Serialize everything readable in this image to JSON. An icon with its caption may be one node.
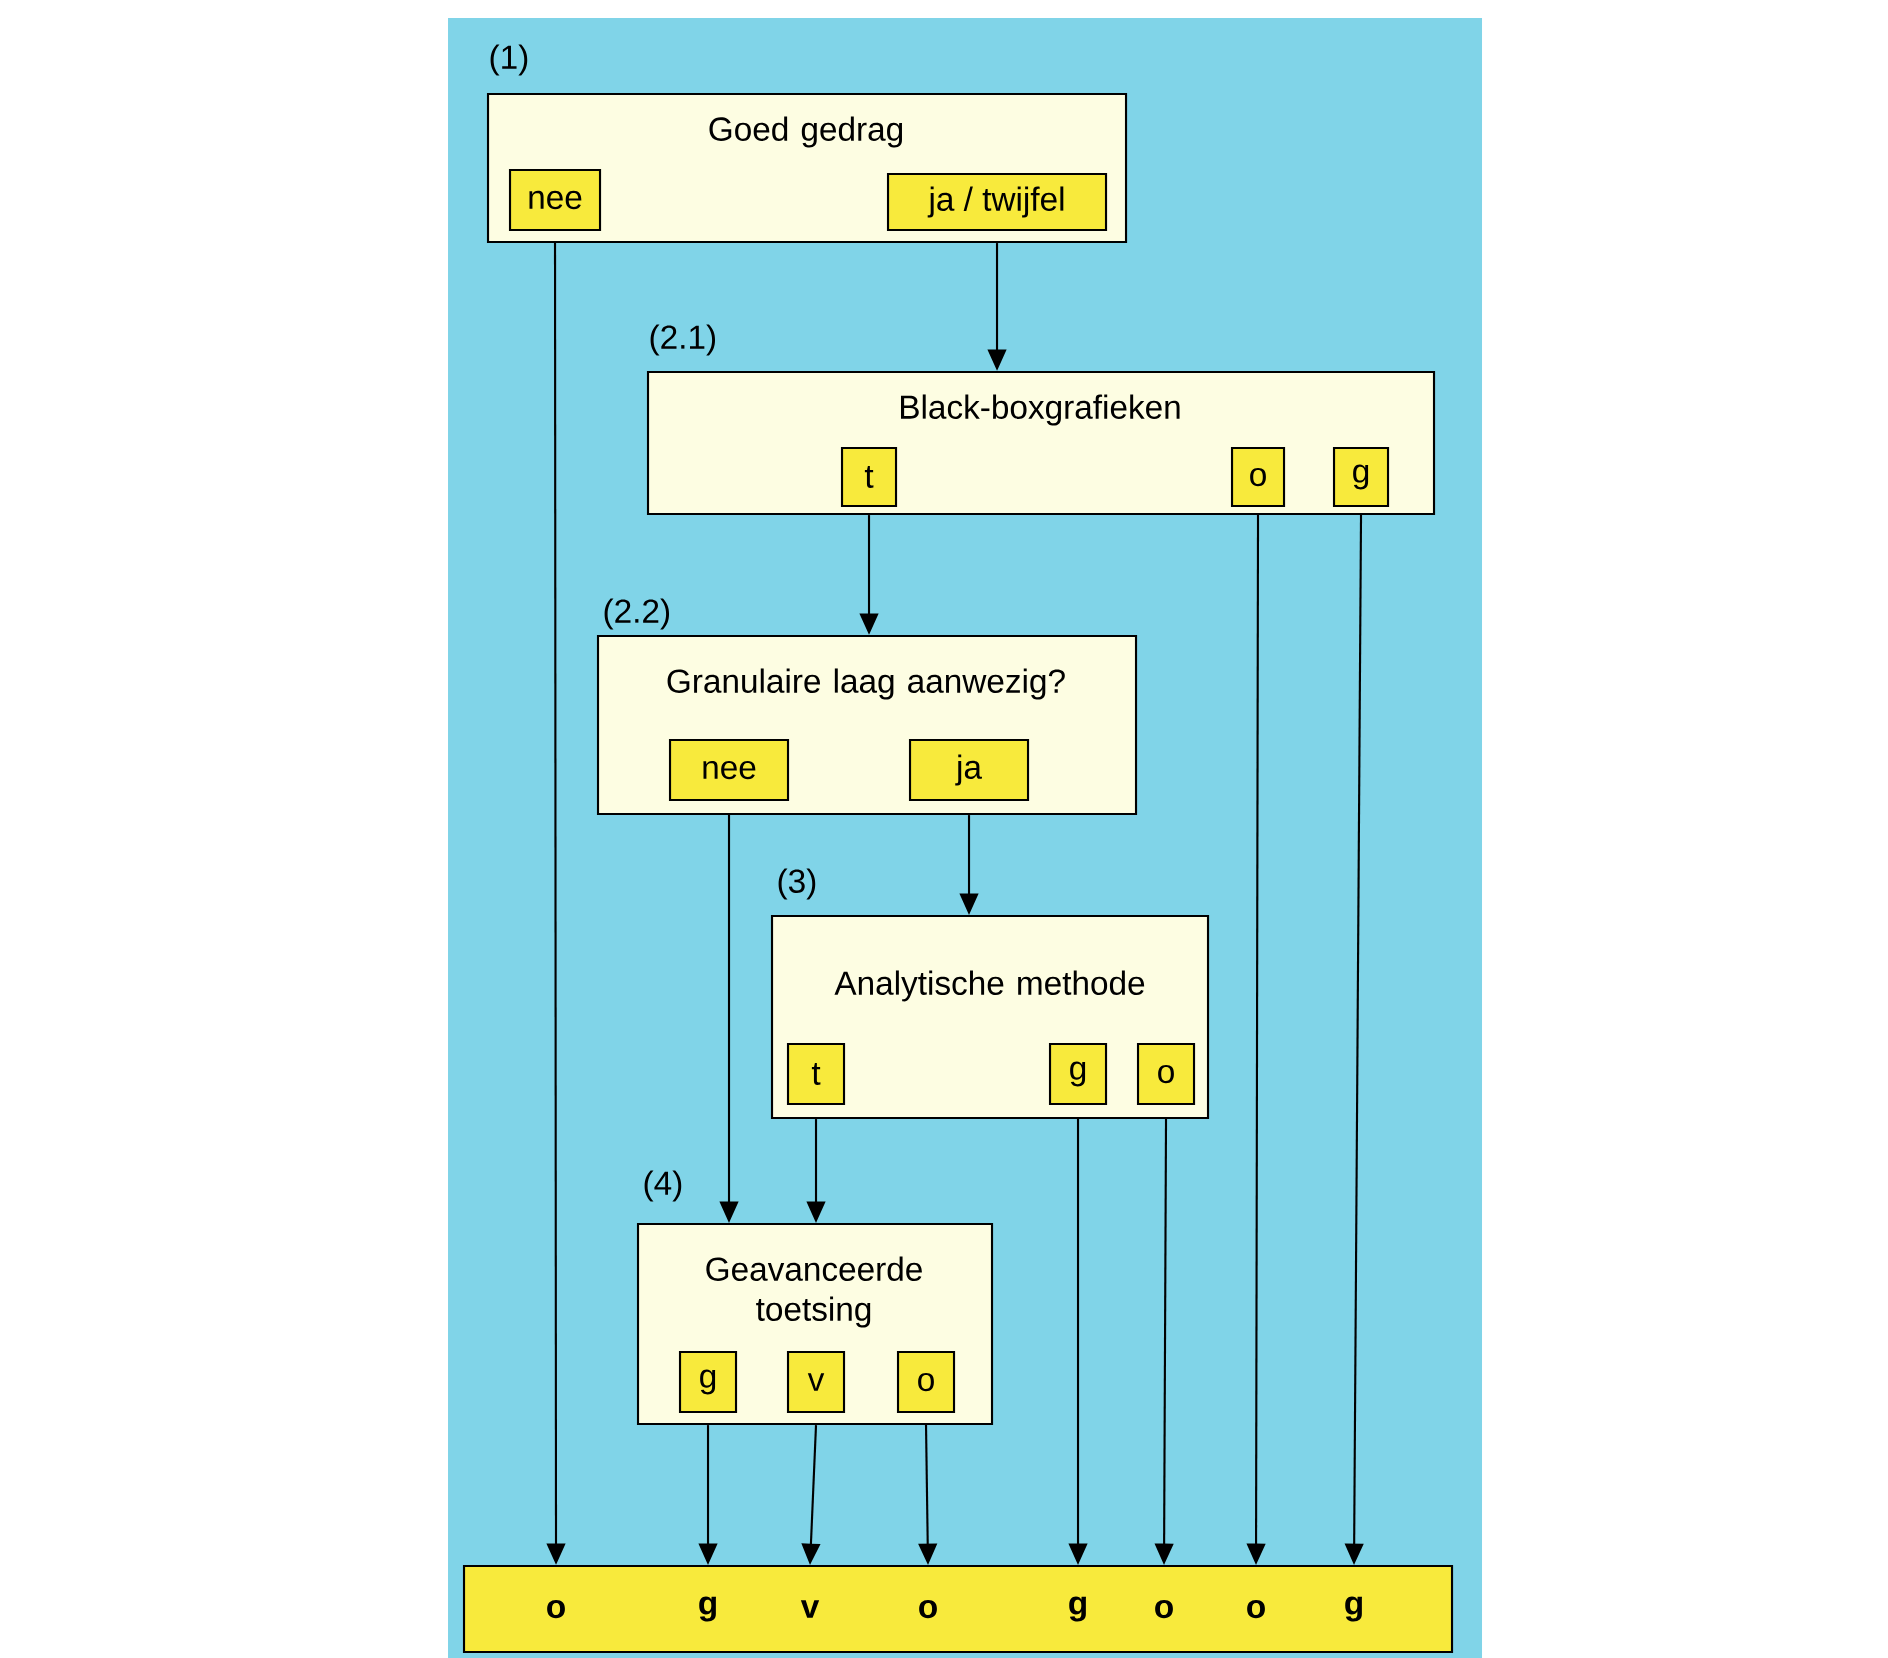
{
  "diagram": {
    "nodes": [
      {
        "text": [
          "Goed gedrag"
        ],
        "beside": [
          "(1)"
        ]
      },
      {
        "text": [
          "nee"
        ],
        "in": 0
      },
      {
        "text": [
          "ja / twijfel"
        ],
        "in": 0
      },
      {
        "text": [
          "Black-boxgrafieken"
        ],
        "beside": [
          "(2.1)"
        ]
      },
      {
        "text": [
          "t"
        ],
        "in": 3
      },
      {
        "text": [
          "o"
        ],
        "in": 3
      },
      {
        "text": [
          "g"
        ],
        "in": 3
      },
      {
        "text": [
          "Granulaire laag aanwezig?"
        ],
        "beside": [
          "(2.2)"
        ]
      },
      {
        "text": [
          "nee"
        ],
        "in": 7
      },
      {
        "text": [
          "ja"
        ],
        "in": 7
      },
      {
        "text": [
          "Analytische methode"
        ],
        "beside": [
          "(3)"
        ]
      },
      {
        "text": [
          "t"
        ],
        "in": 10
      },
      {
        "text": [
          "g"
        ],
        "in": 10
      },
      {
        "text": [
          "o"
        ],
        "in": 10
      },
      {
        "text": [
          "Geavanceerde toetsing"
        ],
        "beside": [
          "(4)"
        ]
      },
      {
        "text": [
          "g"
        ],
        "in": 14
      },
      {
        "text": [
          "v"
        ],
        "in": 14
      },
      {
        "text": [
          "o"
        ],
        "in": 14
      },
      {
        "text": [],
        "shape": "bar"
      },
      {
        "text": [
          "o"
        ],
        "in": 18
      },
      {
        "text": [
          "g"
        ],
        "in": 18
      },
      {
        "text": [
          "v"
        ],
        "in": 18
      },
      {
        "text": [
          "o"
        ],
        "in": 18
      },
      {
        "text": [
          "g"
        ],
        "in": 18
      },
      {
        "text": [
          "o"
        ],
        "in": 18
      },
      {
        "text": [
          "o"
        ],
        "in": 18
      },
      {
        "text": [
          "g"
        ],
        "in": 18
      }
    ],
    "edges": [
      {
        "from": 1,
        "to": 19,
        "arrow": "to"
      },
      {
        "from": 2,
        "to": 3,
        "arrow": "to"
      },
      {
        "from": 4,
        "to": 7,
        "arrow": "to"
      },
      {
        "from": 5,
        "to": 25,
        "arrow": "to"
      },
      {
        "from": 6,
        "to": 26,
        "arrow": "to"
      },
      {
        "from": 8,
        "to": 14,
        "arrow": "to"
      },
      {
        "from": 9,
        "to": 10,
        "arrow": "to"
      },
      {
        "from": 11,
        "to": 14,
        "arrow": "to"
      },
      {
        "from": 12,
        "to": 23,
        "arrow": "to"
      },
      {
        "from": 13,
        "to": 24,
        "arrow": "to"
      },
      {
        "from": 15,
        "to": 20,
        "arrow": "to"
      },
      {
        "from": 16,
        "to": 21,
        "arrow": "to"
      },
      {
        "from": 17,
        "to": 22,
        "arrow": "to"
      }
    ]
  }
}
